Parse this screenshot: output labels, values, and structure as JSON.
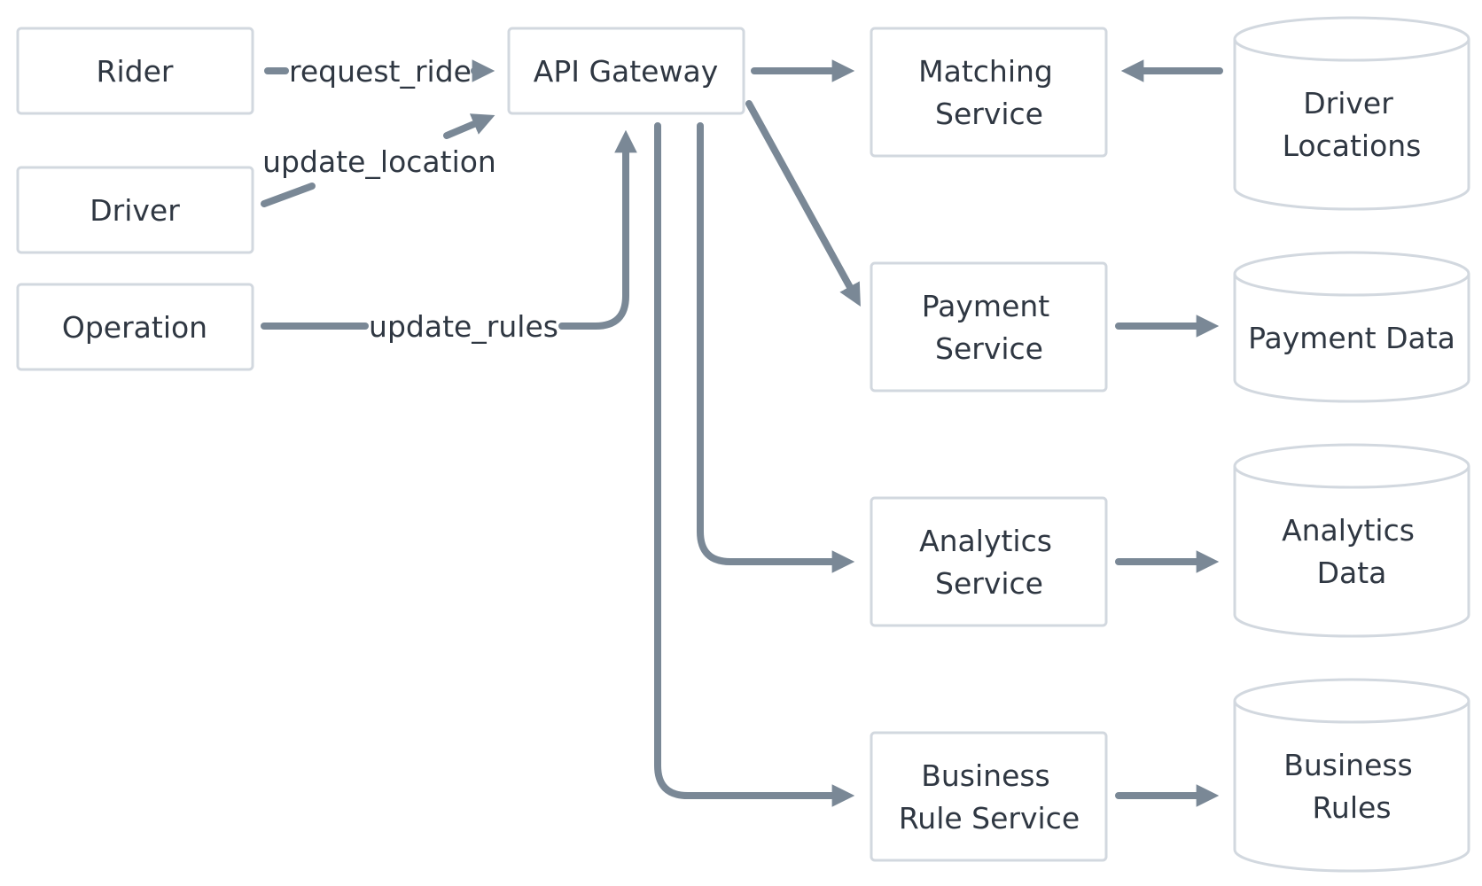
{
  "diagram": {
    "colors": {
      "box_border": "#d2d8df",
      "edge": "#7a8896",
      "text": "#2f3742",
      "background": "#ffffff"
    },
    "nodes": {
      "rider": "Rider",
      "driver": "Driver",
      "operation": "Operation",
      "api_gateway": "API Gateway",
      "matching_service": [
        "Matching",
        "Service"
      ],
      "payment_service": [
        "Payment",
        "Service"
      ],
      "analytics_service": [
        "Analytics",
        "Service"
      ],
      "business_rule_service": [
        "Business",
        "Rule Service"
      ],
      "driver_locations": [
        "Driver",
        "Locations"
      ],
      "payment_data": "Payment Data",
      "analytics_data": [
        "Analytics",
        "Data"
      ],
      "business_rules": [
        "Business",
        "Rules"
      ]
    },
    "edge_labels": {
      "request_ride": "request_ride",
      "update_location": "update_location",
      "update_rules": "update_rules"
    }
  }
}
